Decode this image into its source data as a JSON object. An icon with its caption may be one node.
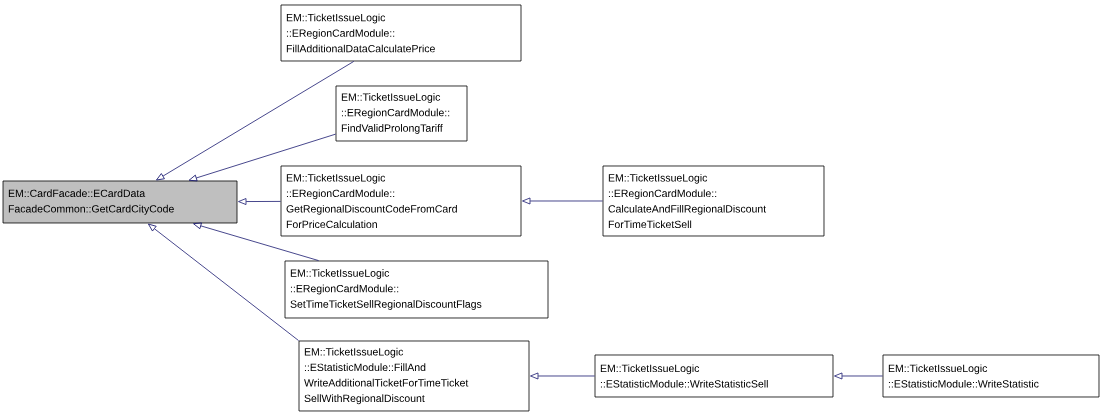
{
  "diagram": {
    "nodes": [
      {
        "text": [
          "EM::CardFacade::ECardData FacadeCommon::GetCardCityCode"
        ]
      },
      {
        "text": [
          "EM::TicketIssueLogic ::ERegionCardModule:: FillAdditionalDataCalculatePrice"
        ]
      },
      {
        "text": [
          "EM::TicketIssueLogic ::ERegionCardModule:: FindValidProlongTariff"
        ]
      },
      {
        "text": [
          "EM::TicketIssueLogic ::ERegionCardModule:: GetRegionalDiscountCodeFromCard ForPriceCalculation"
        ]
      },
      {
        "text": [
          "EM::TicketIssueLogic ::ERegionCardModule:: SetTimeTicketSellRegionalDiscountFlags"
        ]
      },
      {
        "text": [
          "EM::TicketIssueLogic ::EStatisticModule::FillAnd WriteAdditionalTicketForTimeTicket SellWithRegionalDiscount"
        ]
      },
      {
        "text": [
          "EM::TicketIssueLogic ::ERegionCardModule:: CalculateAndFillRegionalDiscount ForTimeTicketSell"
        ]
      },
      {
        "text": [
          "EM::TicketIssueLogic ::EStatisticModule::WriteStatisticSell"
        ]
      },
      {
        "text": [
          "EM::TicketIssueLogic ::EStatisticModule::WriteStatistic"
        ]
      }
    ],
    "edges": [
      {
        "from": 1,
        "to": 0,
        "arrow": "to"
      },
      {
        "from": 2,
        "to": 0,
        "arrow": "to"
      },
      {
        "from": 3,
        "to": 0,
        "arrow": "to"
      },
      {
        "from": 4,
        "to": 0,
        "arrow": "to"
      },
      {
        "from": 5,
        "to": 0,
        "arrow": "to"
      },
      {
        "from": 6,
        "to": 3,
        "arrow": "to"
      },
      {
        "from": 7,
        "to": 5,
        "arrow": "to"
      },
      {
        "from": 8,
        "to": 7,
        "arrow": "to"
      }
    ]
  }
}
